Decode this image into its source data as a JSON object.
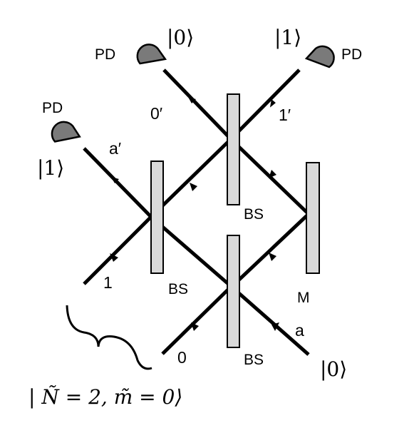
{
  "labels": {
    "pd": "PD",
    "bs": "BS",
    "mirror": "M",
    "port_1": "1",
    "port_0": "0",
    "port_a": "a",
    "port_a_prime": "a′",
    "port_0_prime": "0′",
    "port_1_prime": "1′"
  },
  "kets": {
    "ket_0_top": "|0⟩",
    "ket_1_top": "|1⟩",
    "ket_1_left": "|1⟩",
    "ket_0_input": "|0⟩",
    "input_state": "| Ñ = 2, m̃ = 0⟩"
  }
}
